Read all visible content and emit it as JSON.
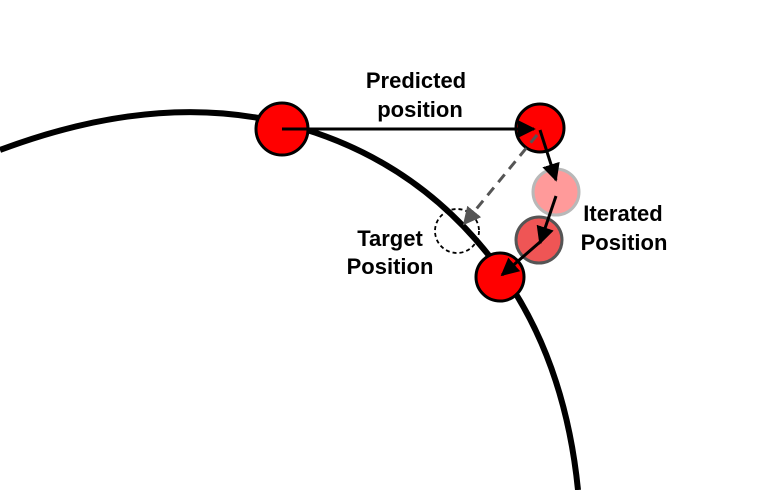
{
  "labels": {
    "predicted_line1": "Predicted",
    "predicted_line2": "position",
    "iterated_line1": "Iterated",
    "iterated_line2": "Position",
    "target_line1": "Target",
    "target_line2": "Position"
  },
  "colors": {
    "background": "#ffffff",
    "arc": "#000000",
    "ball": "#ff0000",
    "ball_faded": "#ff9a9a",
    "ball_mid": "#ef5555",
    "dashed_arrow": "#555555",
    "target_outline": "#000000"
  }
}
